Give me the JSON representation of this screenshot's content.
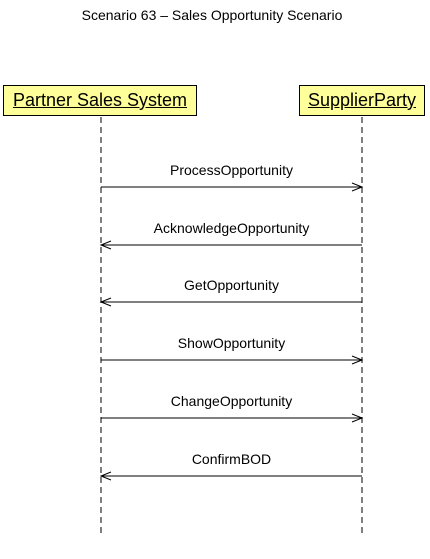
{
  "title": "Scenario 63 – Sales Opportunity Scenario",
  "actors": [
    {
      "name": "Partner Sales System"
    },
    {
      "name": "SupplierParty"
    }
  ],
  "messages": [
    {
      "label": "ProcessOpportunity",
      "from": "Partner Sales System",
      "to": "SupplierParty"
    },
    {
      "label": "AcknowledgeOpportunity",
      "from": "SupplierParty",
      "to": "Partner Sales System"
    },
    {
      "label": "GetOpportunity",
      "from": "SupplierParty",
      "to": "Partner Sales System"
    },
    {
      "label": "ShowOpportunity",
      "from": "Partner Sales System",
      "to": "SupplierParty"
    },
    {
      "label": "ChangeOpportunity",
      "from": "Partner Sales System",
      "to": "SupplierParty"
    },
    {
      "label": "ConfirmBOD",
      "from": "SupplierParty",
      "to": "Partner Sales System"
    }
  ],
  "colors": {
    "actor_fill": "#ffff99",
    "line": "#000000"
  }
}
